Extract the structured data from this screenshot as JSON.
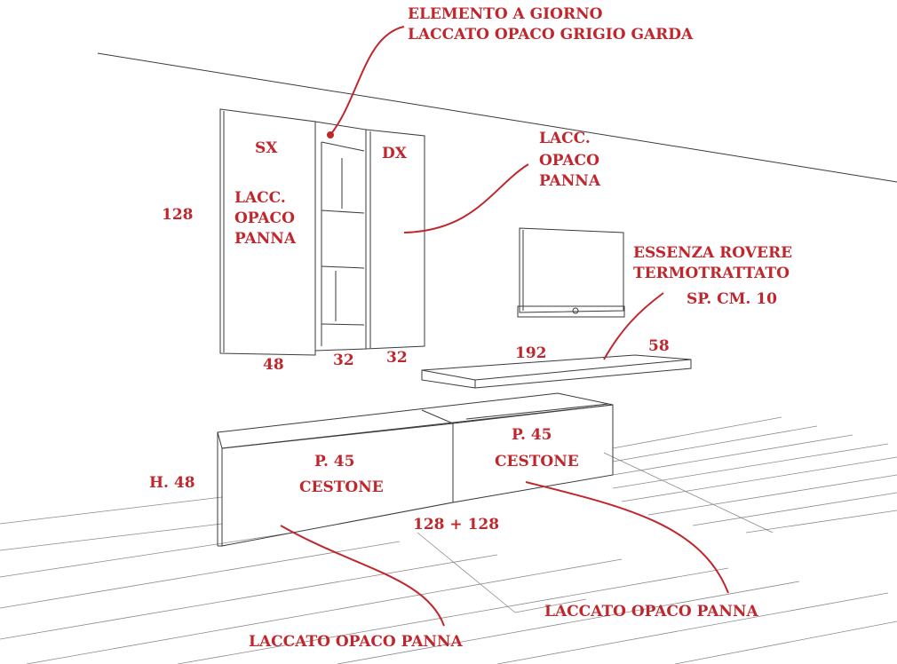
{
  "colors": {
    "annotation": "#c0272d",
    "sketch": "#3a3a3a",
    "background": "#ffffff"
  },
  "labels": {
    "elemento_line1": "ELEMENTO A GIORNO",
    "elemento_line2": "LACCATO OPACO  GRIGIO GARDA",
    "sx": "SX",
    "dx": "DX",
    "left_finish_1": "LACC.",
    "left_finish_2": "OPACO",
    "left_finish_3": "PANNA",
    "right_finish_1": "LACC.",
    "right_finish_2": "OPACO",
    "right_finish_3": "PANNA",
    "height_128": "128",
    "width_48": "48",
    "width_32a": "32",
    "width_32b": "32",
    "essenza_1": "ESSENZA ROVERE",
    "essenza_2": "TERMOTRATTATO",
    "essenza_3": "SP. CM. 10",
    "shelf_192": "192",
    "shelf_58": "58",
    "base_p45_left": "P. 45",
    "base_cestone_left": "CESTONE",
    "base_p45_right": "P. 45",
    "base_cestone_right": "CESTONE",
    "base_h48": "H. 48",
    "base_width": "128 + 128",
    "laccato_right": "LACCATO OPACO PANNA",
    "laccato_left": "LACCATO OPACO PANNA"
  }
}
